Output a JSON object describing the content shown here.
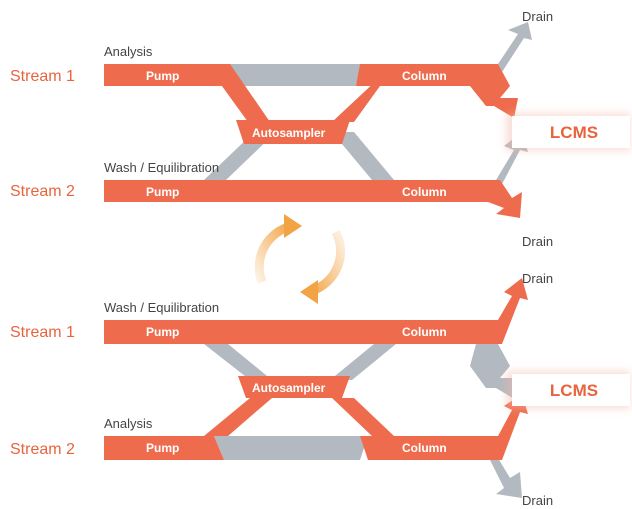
{
  "colors": {
    "active": "#ee6c4d",
    "inactive": "#b3b9c0",
    "stream_text": "#e8643f",
    "cycle_arrow": "#f2a444"
  },
  "panels": [
    {
      "stream_1": {
        "label": "Stream 1",
        "mode": "Analysis"
      },
      "stream_2": {
        "label": "Stream 2",
        "mode": "Wash / Equilibration"
      },
      "pump_1": "Pump",
      "pump_2": "Pump",
      "autosampler": "Autosampler",
      "column_1": "Column",
      "column_2": "Column",
      "lcms": "LCMS",
      "drain_1": "Drain",
      "drain_2": "Drain"
    },
    {
      "stream_1": {
        "label": "Stream 1",
        "mode": "Wash / Equilibration"
      },
      "stream_2": {
        "label": "Stream 2",
        "mode": "Analysis"
      },
      "pump_1": "Pump",
      "pump_2": "Pump",
      "autosampler": "Autosampler",
      "column_1": "Column",
      "column_2": "Column",
      "lcms": "LCMS",
      "drain_1": "Drain",
      "drain_2": "Drain"
    }
  ],
  "cycle_icon": "swap-cycle-icon"
}
